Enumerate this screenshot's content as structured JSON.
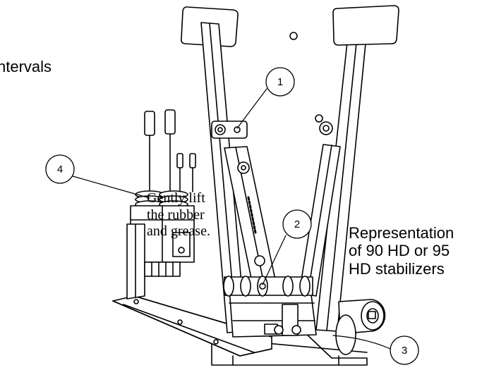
{
  "text": {
    "intervals_fragment": "ntervals",
    "lift_note": [
      "Gently lift",
      "the rubber",
      "and grease."
    ],
    "stabilizer_note": [
      "Representation",
      "of 90 HD or 95",
      "HD stabilizers"
    ]
  },
  "callouts": [
    {
      "label": "1"
    },
    {
      "label": "2"
    },
    {
      "label": "3"
    },
    {
      "label": "4"
    }
  ],
  "colors": {
    "line": "#000000",
    "pad_fill": "#ffffff",
    "background": "#ffffff"
  },
  "icons": [
    "pedal-pad",
    "grease-fitting",
    "control-lever",
    "rubber-boot"
  ]
}
